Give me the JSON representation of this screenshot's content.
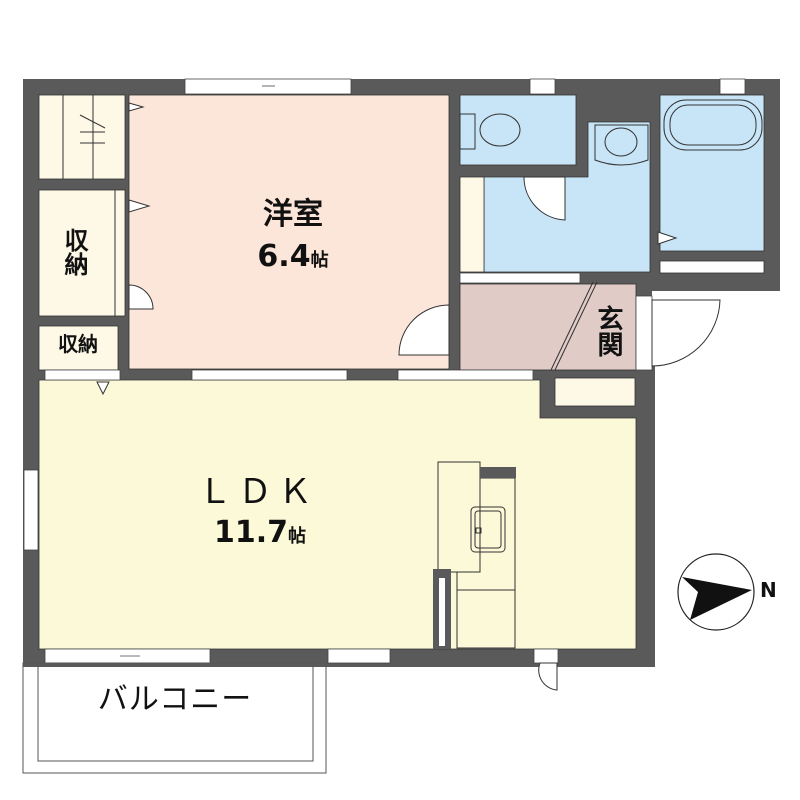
{
  "floor_plan": {
    "colors": {
      "wall": "#5a5a5a",
      "western_room": "#fbe6d9",
      "ldk": "#fbf9d8",
      "storage": "#fdf9e6",
      "wet_area": "#c8e4f7",
      "entrance": "#e0cbc6",
      "balcony": "#ffffff"
    },
    "rooms": [
      {
        "id": "western-room",
        "name": "洋室",
        "size": "6.4",
        "unit": "帖"
      },
      {
        "id": "ldk",
        "name": "ＬＤＫ",
        "size": "11.7",
        "unit": "帖"
      },
      {
        "id": "storage-1",
        "name": "収納"
      },
      {
        "id": "storage-2",
        "name": "収納"
      },
      {
        "id": "entrance",
        "name": "玄関"
      },
      {
        "id": "balcony",
        "name": "バルコニー"
      }
    ],
    "compass": {
      "label": "N",
      "icon": "north-arrow-icon"
    }
  }
}
